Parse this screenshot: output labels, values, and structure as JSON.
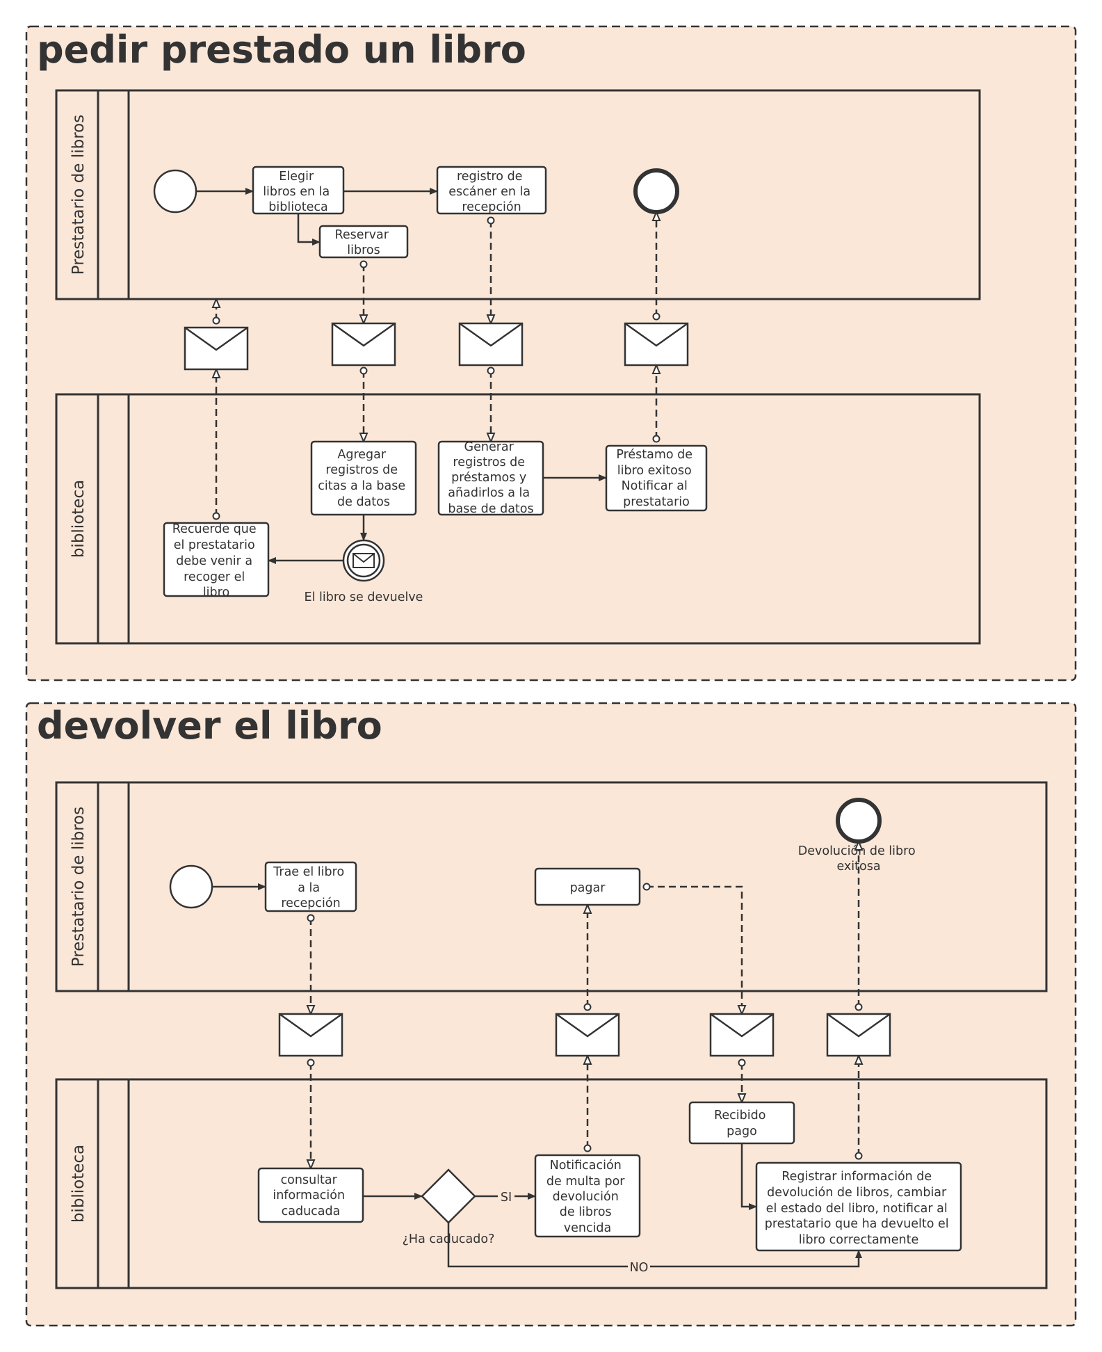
{
  "colors": {
    "pool_fill": "#fae7d8",
    "stroke": "#333333",
    "shape_fill": "#ffffff"
  },
  "pool1": {
    "title": "pedir prestado un libro",
    "lane_top": "Prestatario de libros",
    "lane_bottom": "biblioteca",
    "elegir": [
      "Elegir",
      "libros en la",
      "biblioteca"
    ],
    "reservar": [
      "Reservar",
      "libros"
    ],
    "registro_escaner": [
      "registro de",
      "escáner en la",
      "recepción"
    ],
    "agregar": [
      "Agregar",
      "registros de",
      "citas a la base",
      "de datos"
    ],
    "generar": [
      "Generar",
      "registros de",
      "préstamos y",
      "añadirlos a la",
      "base de datos"
    ],
    "prestamo": [
      "Préstamo de",
      "libro exitoso",
      "Notificar al",
      "prestatario"
    ],
    "recuerde": [
      "Recuerde que",
      "el prestatario",
      "debe venir a",
      "recoger el",
      "libro"
    ],
    "devuelve_label": "El libro se devuelve"
  },
  "pool2": {
    "title": "devolver el libro",
    "lane_top": "Prestatario de libros",
    "lane_bottom": "biblioteca",
    "trae": [
      "Trae el libro",
      "a la",
      "recepción"
    ],
    "pagar": [
      "pagar"
    ],
    "end_label": [
      "Devolución de libro",
      "exitosa"
    ],
    "consultar": [
      "consultar",
      "información",
      "caducada"
    ],
    "gateway_label": "¿Ha caducado?",
    "si_label": "SI",
    "no_label": "NO",
    "notificacion": [
      "Notificación",
      "de multa por",
      "devolución",
      "de libros",
      "vencida"
    ],
    "recibido": [
      "Recibido",
      "pago"
    ],
    "registrar": [
      "Registrar información de",
      "devolución de libros, cambiar",
      "el estado del libro, notificar al",
      "prestatario que ha devuelto el",
      "libro correctamente"
    ]
  }
}
